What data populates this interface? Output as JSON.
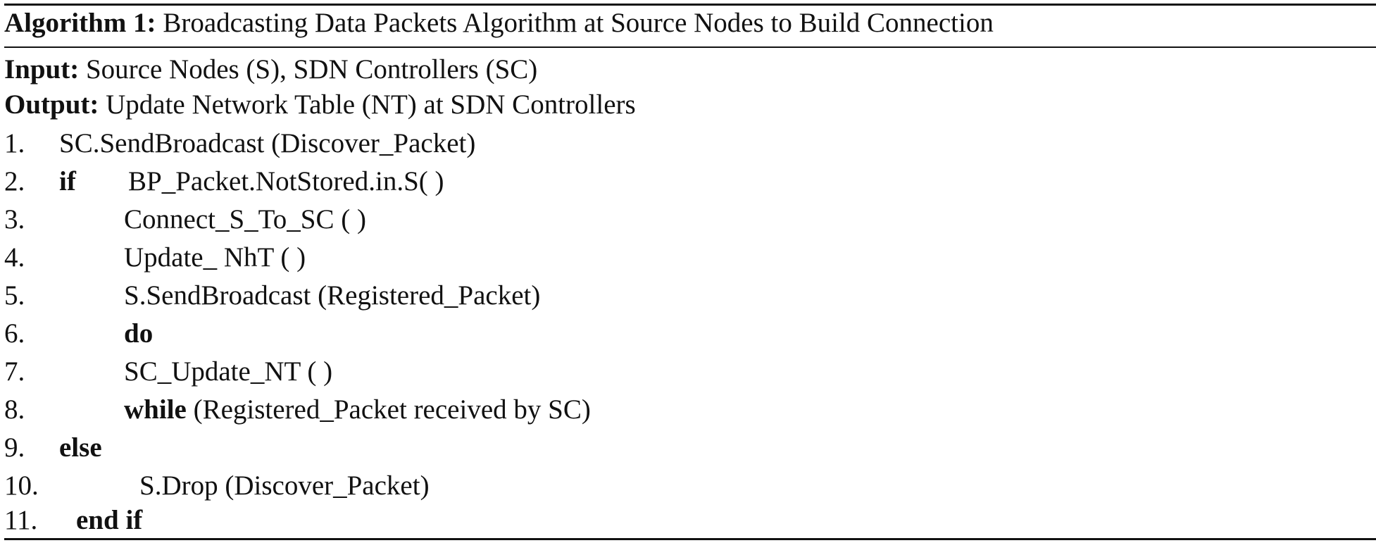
{
  "algorithm": {
    "label": "Algorithm 1:",
    "title": "Broadcasting Data Packets Algorithm at Source Nodes to Build Connection",
    "input_label": "Input:",
    "input_text": "Source Nodes (S), SDN Controllers (SC)",
    "output_label": "Output:",
    "output_text": "Update Network Table (NT) at SDN Controllers",
    "steps": [
      {
        "num": "1.",
        "text": "SC.SendBroadcast (Discover_Packet)"
      },
      {
        "num": "2.",
        "keyword": "if",
        "text": "BP_Packet.NotStored.in.S( )"
      },
      {
        "num": "3.",
        "text": "Connect_S_To_SC ( )"
      },
      {
        "num": "4.",
        "text": "Update_ NhT ( )"
      },
      {
        "num": "5.",
        "text": "S.SendBroadcast (Registered_Packet)"
      },
      {
        "num": "6.",
        "keyword": "do"
      },
      {
        "num": "7.",
        "text": "SC_Update_NT ( )"
      },
      {
        "num": "8.",
        "keyword": "while",
        "text": "(Registered_Packet received by SC)"
      },
      {
        "num": "9.",
        "keyword": "else"
      },
      {
        "num": "10.",
        "text": "S.Drop (Discover_Packet)"
      },
      {
        "num": "11.",
        "keyword": "end if"
      }
    ]
  }
}
